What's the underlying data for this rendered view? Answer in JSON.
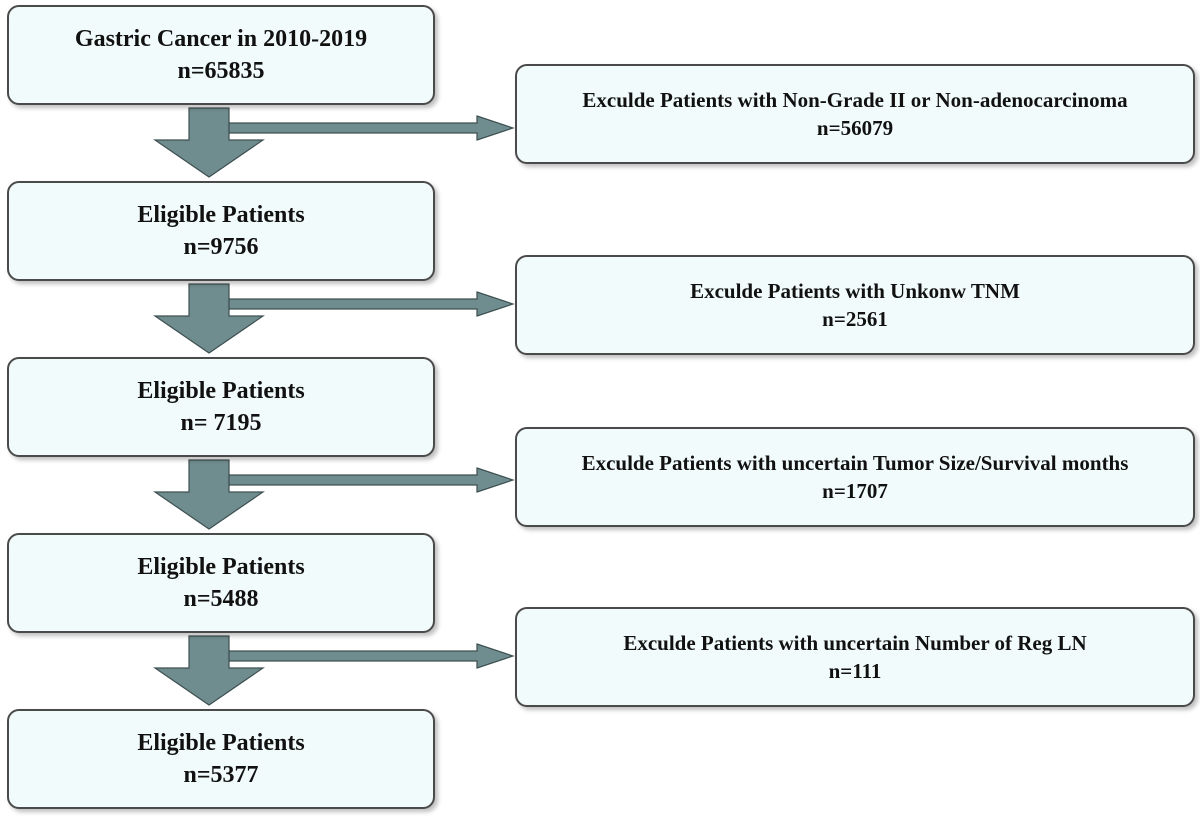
{
  "flow": {
    "steps": [
      {
        "title": "Gastric Cancer in 2010-2019",
        "count": "n=65835"
      },
      {
        "title": "Eligible Patients",
        "count": "n=9756"
      },
      {
        "title": "Eligible Patients",
        "count": "n= 7195"
      },
      {
        "title": "Eligible Patients",
        "count": "n=5488"
      },
      {
        "title": "Eligible Patients",
        "count": "n=5377"
      }
    ],
    "exclusions": [
      {
        "title": "Exculde Patients with Non-Grade II or Non-adenocarcinoma",
        "count": "n=56079"
      },
      {
        "title": "Exculde Patients with Unkonw TNM",
        "count": "n=2561"
      },
      {
        "title": "Exculde Patients with uncertain Tumor Size/Survival months",
        "count": "n=1707"
      },
      {
        "title": "Exculde Patients with uncertain Number of Reg LN",
        "count": "n=111"
      }
    ]
  },
  "colors": {
    "box_fill": "#f2fbfb",
    "box_border": "#4a4a4a",
    "arrow_fill": "#6f8c8e"
  }
}
